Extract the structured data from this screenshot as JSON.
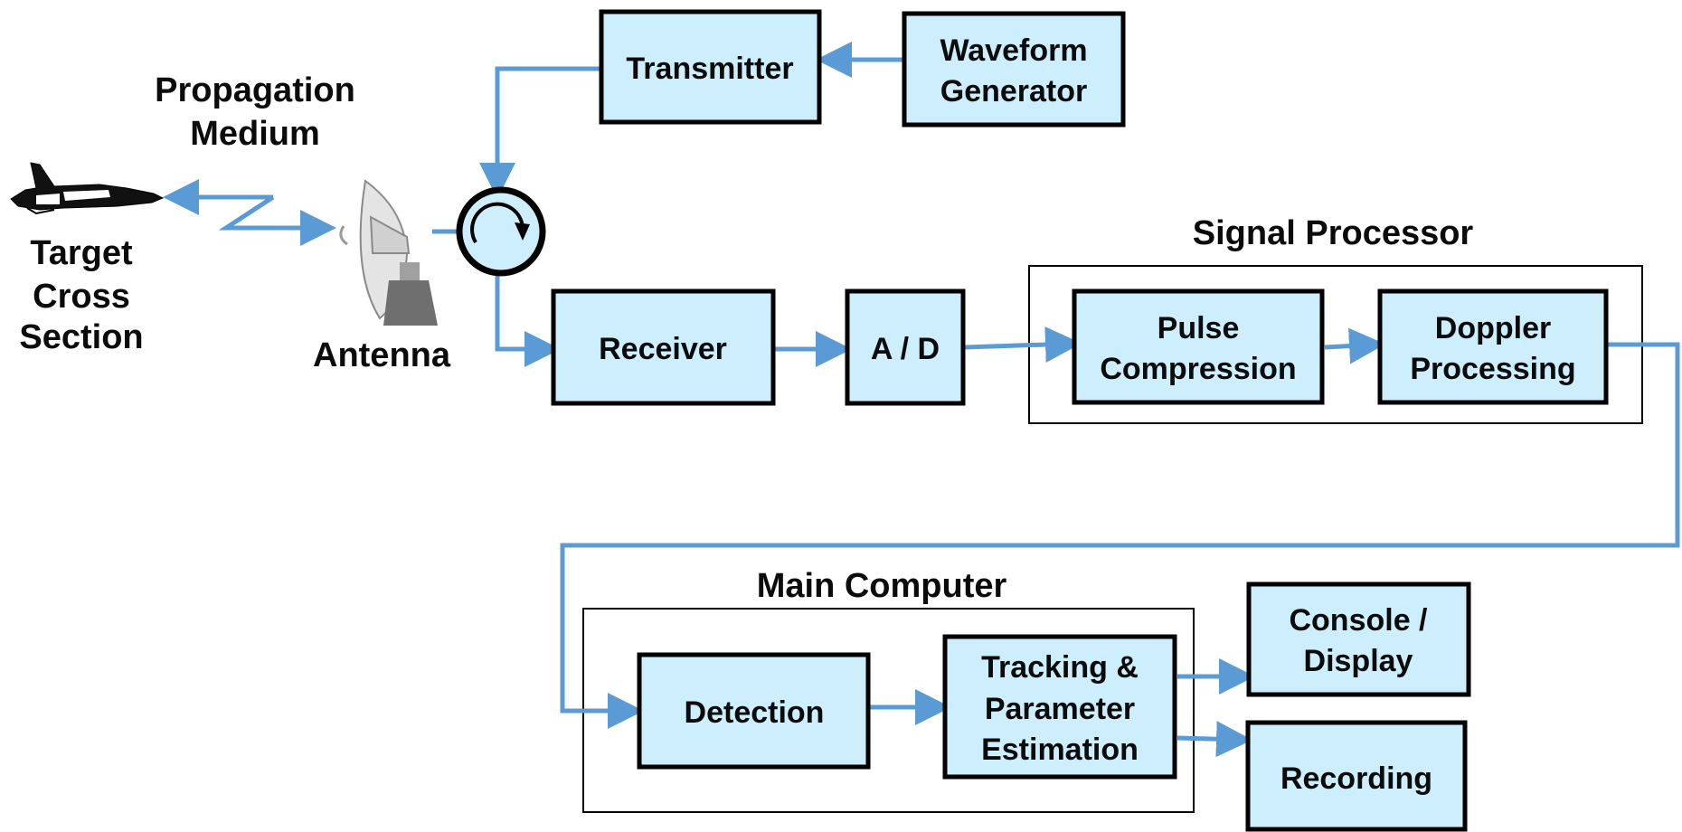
{
  "colors": {
    "block_fill": "#cdeefc",
    "block_stroke": "#000000",
    "flow_line": "#5b9bd5"
  },
  "labels": {
    "propagation_medium": [
      "Propagation",
      "Medium"
    ],
    "target_cross_section": [
      "Target",
      "Cross",
      "Section"
    ],
    "antenna": "Antenna",
    "signal_processor": "Signal Processor",
    "main_computer": "Main Computer"
  },
  "blocks": {
    "transmitter": [
      "Transmitter"
    ],
    "waveform_generator": [
      "Waveform",
      "Generator"
    ],
    "receiver": [
      "Receiver"
    ],
    "ad": [
      "A / D"
    ],
    "pulse_compression": [
      "Pulse",
      "Compression"
    ],
    "doppler_processing": [
      "Doppler",
      "Processing"
    ],
    "detection": [
      "Detection"
    ],
    "tracking": [
      "Tracking &",
      "Parameter",
      "Estimation"
    ],
    "console_display": [
      "Console /",
      "Display"
    ],
    "recording": [
      "Recording"
    ]
  },
  "icons": {
    "target": "aircraft-icon",
    "antenna": "radar-dish-icon",
    "circulator": "circulator-icon"
  }
}
